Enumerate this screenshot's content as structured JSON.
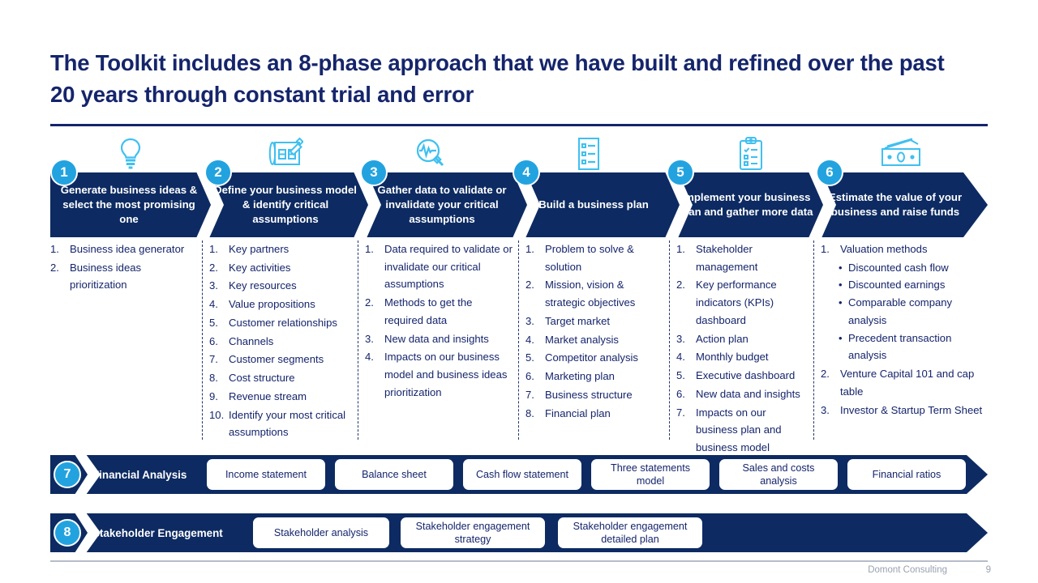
{
  "slide": {
    "title": "The Toolkit includes an 8-phase approach that we have built and refined over the past 20 years through constant trial and error",
    "accent_blue": "#22a3e0",
    "navy": "#0d2b62",
    "text_navy": "#15256b"
  },
  "phases": [
    {
      "number": "1",
      "icon": "lightbulb-icon",
      "label": "Generate business ideas & select the most promising one",
      "items": [
        {
          "index": "1.",
          "text": "Business idea generator"
        },
        {
          "index": "2.",
          "text": "Business ideas prioritization"
        }
      ]
    },
    {
      "number": "2",
      "icon": "blueprint-pencil-icon",
      "label": "Define your business model & identify critical assumptions",
      "items": [
        {
          "index": "1.",
          "text": "Key partners"
        },
        {
          "index": "2.",
          "text": "Key activities"
        },
        {
          "index": "3.",
          "text": "Key resources"
        },
        {
          "index": "4.",
          "text": "Value propositions"
        },
        {
          "index": "5.",
          "text": "Customer relationships"
        },
        {
          "index": "6.",
          "text": "Channels"
        },
        {
          "index": "7.",
          "text": "Customer segments"
        },
        {
          "index": "8.",
          "text": "Cost structure"
        },
        {
          "index": "9.",
          "text": "Revenue stream"
        },
        {
          "index": "10.",
          "text": "Identify your most critical assumptions"
        }
      ]
    },
    {
      "number": "3",
      "icon": "magnifier-pulse-icon",
      "label": "Gather data to validate or invalidate your critical assumptions",
      "items": [
        {
          "index": "1.",
          "text": "Data required to validate or invalidate our critical assumptions"
        },
        {
          "index": "2.",
          "text": "Methods to get the required data"
        },
        {
          "index": "3.",
          "text": "New data and insights"
        },
        {
          "index": "4.",
          "text": "Impacts on our business model and business ideas prioritization"
        }
      ]
    },
    {
      "number": "4",
      "icon": "checklist-icon",
      "label": "Build a business plan",
      "items": [
        {
          "index": "1.",
          "text": "Problem to solve & solution"
        },
        {
          "index": "2.",
          "text": "Mission, vision & strategic objectives"
        },
        {
          "index": "3.",
          "text": "Target market"
        },
        {
          "index": "4.",
          "text": "Market analysis"
        },
        {
          "index": "5.",
          "text": "Competitor analysis"
        },
        {
          "index": "6.",
          "text": "Marketing plan"
        },
        {
          "index": "7.",
          "text": "Business structure"
        },
        {
          "index": "8.",
          "text": "Financial plan"
        }
      ]
    },
    {
      "number": "5",
      "icon": "clipboard-check-icon",
      "label": "Implement your business plan and gather more data",
      "items": [
        {
          "index": "1.",
          "text": "Stakeholder management"
        },
        {
          "index": "2.",
          "text": "Key performance indicators (KPIs) dashboard"
        },
        {
          "index": "3.",
          "text": "Action plan"
        },
        {
          "index": "4.",
          "text": "Monthly budget"
        },
        {
          "index": "5.",
          "text": "Executive dashboard"
        },
        {
          "index": "6.",
          "text": "New data and insights"
        },
        {
          "index": "7.",
          "text": "Impacts on our business plan and business model"
        }
      ]
    },
    {
      "number": "6",
      "icon": "banknotes-icon",
      "label": "Estimate the value of your business and raise funds",
      "items": [
        {
          "index": "1.",
          "text": "Valuation methods",
          "subitems": [
            "Discounted cash flow",
            "Discounted earnings",
            "Comparable company analysis",
            "Precedent transaction analysis"
          ]
        },
        {
          "index": "2.",
          "text": "Venture Capital 101 and cap table"
        },
        {
          "index": "3.",
          "text": "Investor & Startup Term Sheet"
        }
      ]
    }
  ],
  "banners": [
    {
      "number": "7",
      "title": "Financial Analysis",
      "chips": [
        "Income statement",
        "Balance sheet",
        "Cash flow statement",
        "Three statements model",
        "Sales and costs analysis",
        "Financial ratios"
      ]
    },
    {
      "number": "8",
      "title": "Stakeholder Engagement",
      "chips": [
        "Stakeholder analysis",
        "Stakeholder engagement strategy",
        "Stakeholder engagement detailed plan"
      ]
    }
  ],
  "footer": {
    "brand": "Domont Consulting",
    "page": "9"
  }
}
